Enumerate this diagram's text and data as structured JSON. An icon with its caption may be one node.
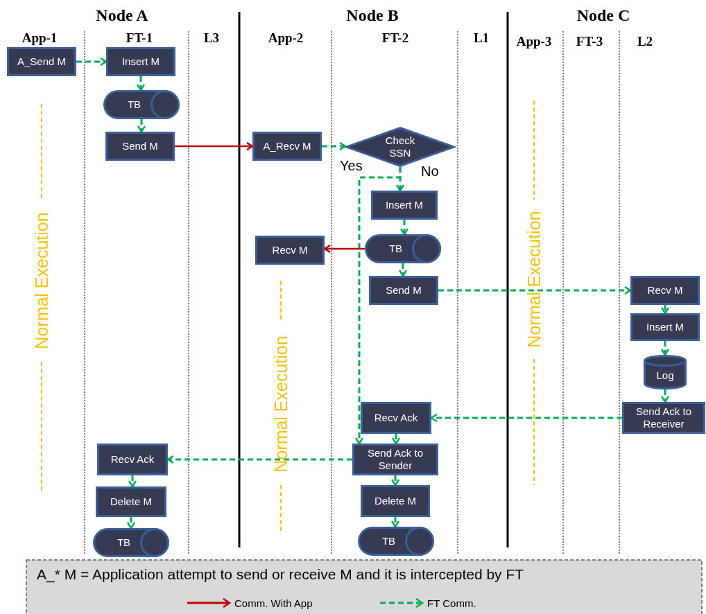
{
  "diagram": {
    "nodes": [
      {
        "text": [
          "A_Send M"
        ]
      },
      {
        "text": [
          "Insert M"
        ]
      },
      {
        "text": [
          "TB"
        ]
      },
      {
        "text": [
          "Send M"
        ]
      },
      {
        "text": [
          "A_Recv M"
        ]
      },
      {
        "text": [
          "Check SSN"
        ]
      },
      {
        "text": [
          "Insert M"
        ]
      },
      {
        "text": [
          "TB"
        ]
      },
      {
        "text": [
          "Recv M"
        ]
      },
      {
        "text": [
          "Send M"
        ]
      },
      {
        "text": [
          "Recv M"
        ]
      },
      {
        "text": [
          "Insert M"
        ]
      },
      {
        "text": [
          "Log"
        ]
      },
      {
        "text": [
          "Send Ack to Receiver"
        ]
      },
      {
        "text": [
          "Recv Ack"
        ]
      },
      {
        "text": [
          "Send Ack to Sender"
        ]
      },
      {
        "text": [
          "Delete M"
        ]
      },
      {
        "text": [
          "TB"
        ]
      },
      {
        "text": [
          "Recv Ack"
        ]
      },
      {
        "text": [
          "Delete M"
        ]
      },
      {
        "text": [
          "TB"
        ]
      }
    ],
    "edges": [
      {
        "from": 0,
        "to": 1,
        "arrow": "to",
        "style": "dashed"
      },
      {
        "from": 1,
        "to": 2,
        "arrow": "to",
        "style": "dashed"
      },
      {
        "from": 2,
        "to": 3,
        "arrow": "to",
        "style": "dashed"
      },
      {
        "from": 3,
        "to": 4,
        "arrow": "to",
        "color": "#c00000"
      },
      {
        "from": 4,
        "to": 5,
        "arrow": "to",
        "style": "dashed"
      },
      {
        "from": 5,
        "to": 6,
        "arrow": "to",
        "style": "dashed",
        "label": "No"
      },
      {
        "from": 5,
        "to": 15,
        "arrow": "to",
        "style": "dashed",
        "label": "Yes"
      },
      {
        "from": 6,
        "to": 7,
        "arrow": "to",
        "style": "dashed"
      },
      {
        "from": 7,
        "to": 8,
        "arrow": "to",
        "color": "#c00000"
      },
      {
        "from": 7,
        "to": 9,
        "arrow": "to",
        "style": "dashed"
      },
      {
        "from": 9,
        "to": 10,
        "arrow": "to",
        "style": "dashed"
      },
      {
        "from": 10,
        "to": 11,
        "arrow": "to",
        "style": "dashed"
      },
      {
        "from": 11,
        "to": 12,
        "arrow": "to",
        "style": "dashed"
      },
      {
        "from": 12,
        "to": 13,
        "arrow": "to",
        "style": "dashed"
      },
      {
        "from": 13,
        "to": 14,
        "arrow": "to",
        "style": "dashed"
      },
      {
        "from": 14,
        "to": 15,
        "arrow": "to",
        "style": "dashed"
      },
      {
        "from": 15,
        "to": 18,
        "arrow": "to",
        "style": "dashed"
      },
      {
        "from": 18,
        "to": 19,
        "arrow": "to",
        "style": "dashed"
      },
      {
        "from": 19,
        "to": 20,
        "arrow": "to",
        "style": "dashed"
      },
      {
        "from": 15,
        "to": 16,
        "arrow": "to",
        "style": "dashed"
      },
      {
        "from": 16,
        "to": 17,
        "arrow": "to",
        "style": "dashed"
      }
    ],
    "labels": [
      "Node A",
      "Node B",
      "Node C",
      "App-1",
      "FT-1",
      "L3",
      "App-2",
      "FT-2",
      "L1",
      "App-3",
      "FT-3",
      "L2",
      "Normal Execution",
      "Normal Execution",
      "Normal Execution",
      "A_* M = Application attempt to send or receive M and it is intercepted by FT"
    ],
    "legend": [
      {
        "text": "Comm. With App"
      },
      {
        "text": "FT Comm."
      }
    ]
  }
}
